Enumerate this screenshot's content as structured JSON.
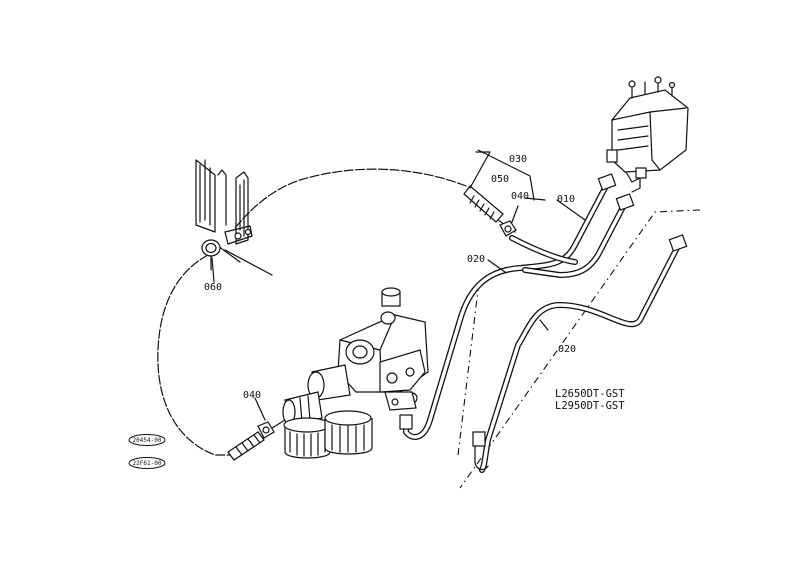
{
  "part_labels": {
    "p010": "010",
    "p020_top": "020",
    "p020_mid": "020",
    "p030": "030",
    "p040_top": "040",
    "p040_bottom": "040",
    "p050": "050",
    "p060": "060"
  },
  "model_labels": [
    "L2650DT-GST",
    "L2950DT-GST"
  ],
  "ref_codes": [
    "20454-00",
    "22F61-00"
  ]
}
